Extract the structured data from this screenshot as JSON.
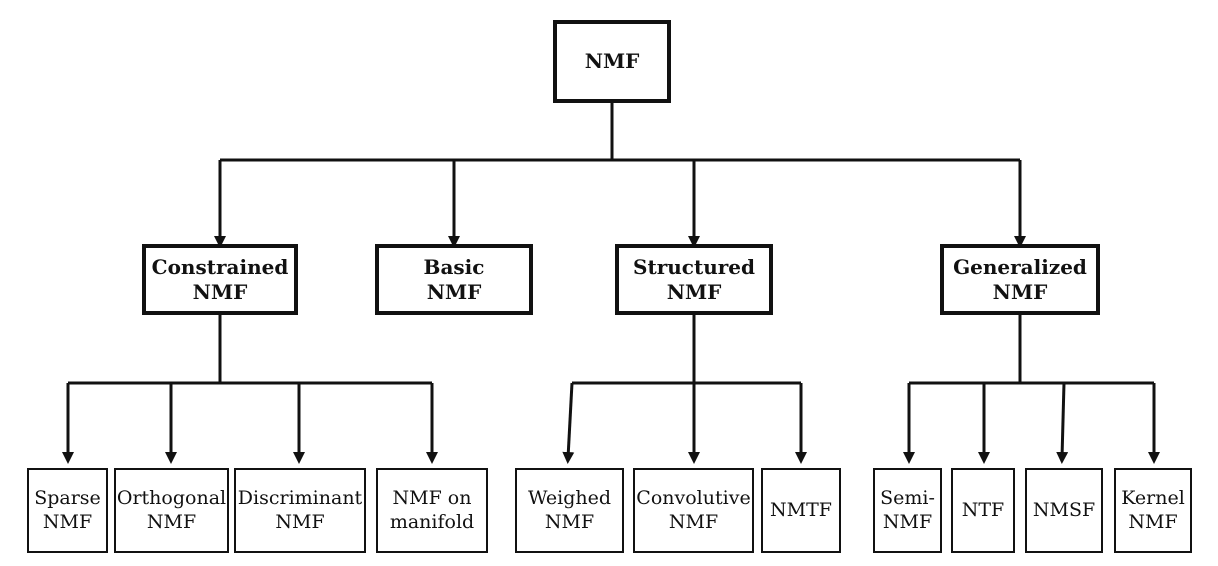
{
  "root": {
    "label": "NMF"
  },
  "categories": [
    {
      "id": "constrained",
      "label": "Constrained\nNMF"
    },
    {
      "id": "basic",
      "label": "Basic\nNMF"
    },
    {
      "id": "structured",
      "label": "Structured\nNMF"
    },
    {
      "id": "generalized",
      "label": "Generalized\nNMF"
    }
  ],
  "leaves": {
    "constrained": [
      {
        "id": "sparse",
        "label": "Sparse\nNMF"
      },
      {
        "id": "orthogonal",
        "label": "Orthogonal\nNMF"
      },
      {
        "id": "discriminant",
        "label": "Discriminant\nNMF"
      },
      {
        "id": "manifold",
        "label": "NMF on\nmanifold"
      }
    ],
    "structured": [
      {
        "id": "weighed",
        "label": "Weighed\nNMF"
      },
      {
        "id": "convolutive",
        "label": "Convolutive\nNMF"
      },
      {
        "id": "nmtf",
        "label": "NMTF"
      }
    ],
    "generalized": [
      {
        "id": "semi",
        "label": "Semi-\nNMF"
      },
      {
        "id": "ntf",
        "label": "NTF"
      },
      {
        "id": "nmsf",
        "label": "NMSF"
      },
      {
        "id": "kernel",
        "label": "Kernel\nNMF"
      }
    ]
  }
}
